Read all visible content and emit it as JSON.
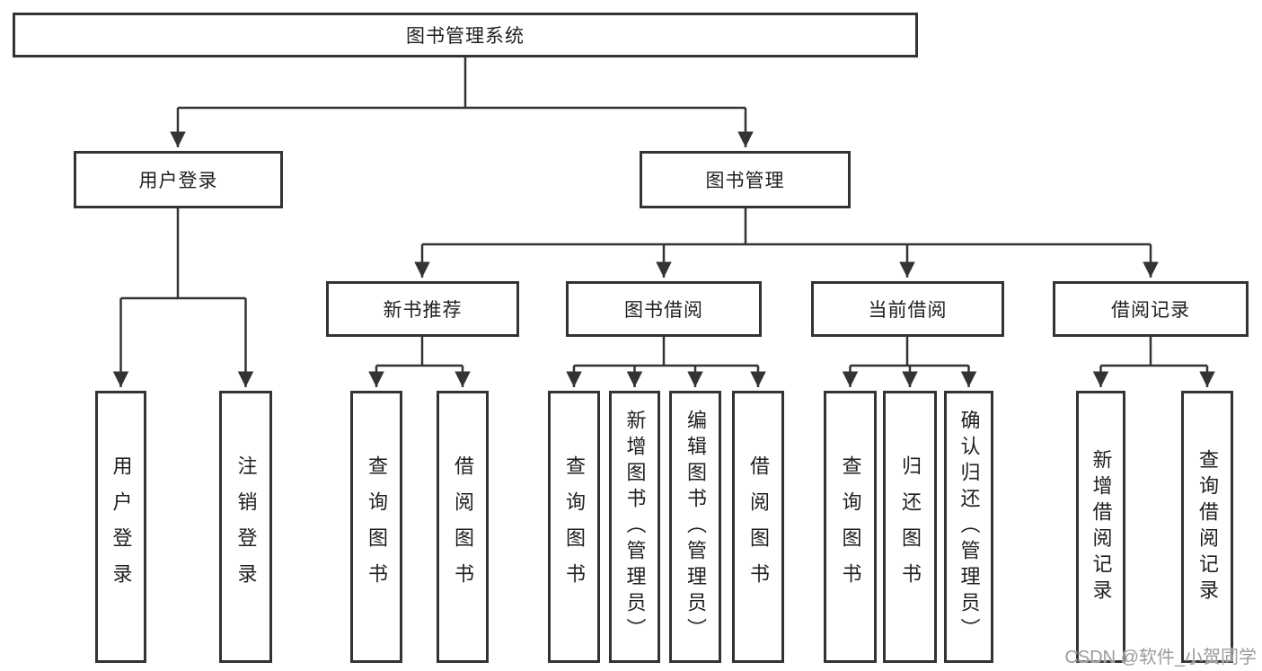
{
  "diagram": {
    "type": "hierarchy-tree",
    "root": {
      "label": "图书管理系统",
      "children": [
        {
          "label": "用户登录",
          "children": [
            {
              "label": "用户登录"
            },
            {
              "label": "注销登录"
            }
          ]
        },
        {
          "label": "图书管理",
          "children": [
            {
              "label": "新书推荐",
              "children": [
                {
                  "label": "查询图书"
                },
                {
                  "label": "借阅图书"
                }
              ]
            },
            {
              "label": "图书借阅",
              "children": [
                {
                  "label": "查询图书"
                },
                {
                  "label": "新增图书（管理员）"
                },
                {
                  "label": "编辑图书（管理员）"
                },
                {
                  "label": "借阅图书"
                }
              ]
            },
            {
              "label": "当前借阅",
              "children": [
                {
                  "label": "查询图书"
                },
                {
                  "label": "归还图书"
                },
                {
                  "label": "确认归还（管理员）"
                }
              ]
            },
            {
              "label": "借阅记录",
              "children": [
                {
                  "label": "新增借阅记录"
                },
                {
                  "label": "查询借阅记录"
                }
              ]
            }
          ]
        }
      ]
    }
  },
  "watermark": {
    "text": "CSDN @软件_小贺同学"
  },
  "colors": {
    "line": "#333333",
    "box_border": "#333333",
    "text": "#1f1f1f",
    "background": "#ffffff",
    "watermark": "#9b9b9b"
  }
}
